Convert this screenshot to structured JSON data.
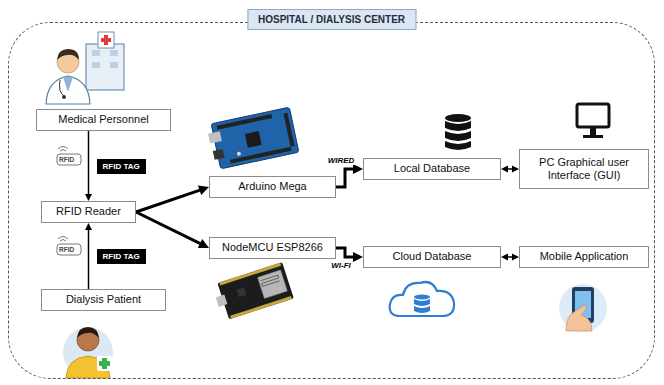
{
  "diagram": {
    "nodes": [
      {
        "text": [
          "HOSPITAL / DIALYSIS CENTER"
        ]
      },
      {
        "text": [
          "Medical Personnel"
        ],
        "in": 0
      },
      {
        "text": [
          "RFID Reader"
        ],
        "in": 0
      },
      {
        "text": [
          "Dialysis Patient"
        ],
        "in": 0
      },
      {
        "text": [
          "Arduino Mega"
        ],
        "in": 0
      },
      {
        "text": [
          "NodeMCU ESP8266"
        ],
        "in": 0
      },
      {
        "text": [
          "Local Database"
        ],
        "in": 0
      },
      {
        "text": [
          "Cloud Database"
        ],
        "in": 0
      },
      {
        "text": [
          "PC Graphical user Interface (GUI)"
        ],
        "in": 0
      },
      {
        "text": [
          "Mobile Application"
        ],
        "in": 0
      }
    ],
    "edges": [
      {
        "from": 1,
        "to": 2,
        "arrow": "to",
        "label": "RFID TAG"
      },
      {
        "from": 3,
        "to": 2,
        "arrow": "to",
        "label": "RFID TAG"
      },
      {
        "from": 2,
        "to": 4,
        "arrow": "to"
      },
      {
        "from": 2,
        "to": 5,
        "arrow": "to"
      },
      {
        "from": 4,
        "to": 6,
        "arrow": "to",
        "label": "WIRED"
      },
      {
        "from": 5,
        "to": 7,
        "arrow": "to",
        "label": "WI-FI"
      },
      {
        "from": 6,
        "to": 8,
        "arrow": "both"
      },
      {
        "from": 7,
        "to": 9,
        "arrow": "both"
      }
    ],
    "labels": [
      "RFID",
      "RFID"
    ]
  }
}
